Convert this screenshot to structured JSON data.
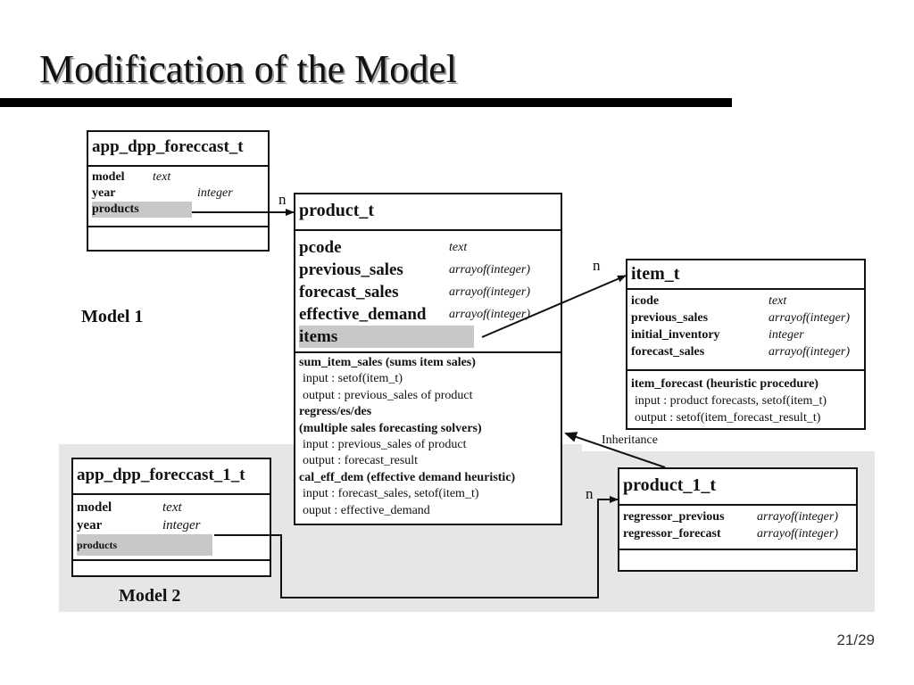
{
  "title": "Modification of the Model",
  "page_number": "21/29",
  "model1_label": "Model 1",
  "model2_label": "Model 2",
  "inheritance_label": "Inheritance",
  "multiplicity": "n",
  "app_dpp": {
    "name": "app_dpp_foreccast_t",
    "attrs": [
      {
        "name": "model",
        "type": "text"
      },
      {
        "name": "year",
        "type": "integer"
      },
      {
        "name": "products",
        "type": ""
      }
    ]
  },
  "app_dpp_1": {
    "name": "app_dpp_foreccast_1_t",
    "attrs": [
      {
        "name": "model",
        "type": "text"
      },
      {
        "name": "year",
        "type": "integer"
      },
      {
        "name": "products",
        "type": ""
      }
    ]
  },
  "product": {
    "name": "product_t",
    "attrs": [
      {
        "name": "pcode",
        "type": "text"
      },
      {
        "name": "previous_sales",
        "type": "arrayof(integer)"
      },
      {
        "name": "forecast_sales",
        "type": "arrayof(integer)"
      },
      {
        "name": "effective_demand",
        "type": "arrayof(integer)"
      },
      {
        "name": "items",
        "type": ""
      }
    ],
    "methods": [
      "sum_item_sales (sums item sales)",
      "input : setof(item_t)",
      "output : previous_sales of product",
      "regress/es/des",
      "(multiple sales forecasting solvers)",
      "input : previous_sales of product",
      "output : forecast_result",
      "cal_eff_dem (effective demand heuristic)",
      "input : forecast_sales, setof(item_t)",
      "ouput : effective_demand"
    ]
  },
  "item": {
    "name": "item_t",
    "attrs": [
      {
        "name": "icode",
        "type": "text"
      },
      {
        "name": "previous_sales",
        "type": "arrayof(integer)"
      },
      {
        "name": "initial_inventory",
        "type": "integer"
      },
      {
        "name": "forecast_sales",
        "type": "arrayof(integer)"
      }
    ],
    "methods": [
      "item_forecast (heuristic procedure)",
      "input : product forecasts, setof(item_t)",
      "output : setof(item_forecast_result_t)"
    ]
  },
  "product1": {
    "name": "product_1_t",
    "attrs": [
      {
        "name": "regressor_previous",
        "type": "arrayof(integer)"
      },
      {
        "name": "regressor_forecast",
        "type": "arrayof(integer)"
      }
    ]
  }
}
